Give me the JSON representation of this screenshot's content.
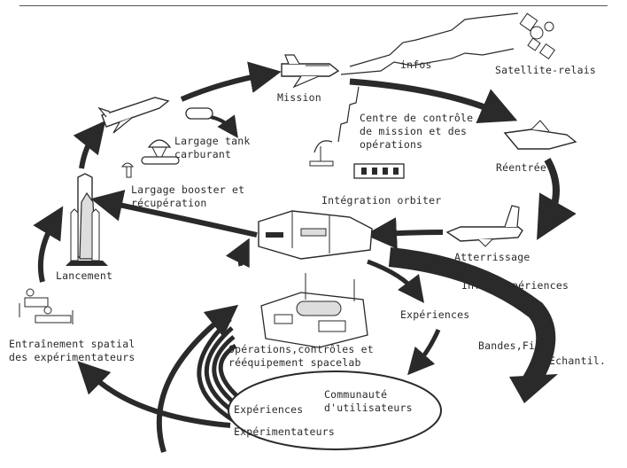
{
  "diagram": {
    "nodes": {
      "mission": "Mission",
      "satellite": "Satellite-relais",
      "infos": "infos",
      "control_center": "Centre de contrôle\nde mission et des\nopérations",
      "reentry": "Réentrée",
      "integration": "Intégration orbiter",
      "landing": "Atterrissage",
      "tank_drop": "Largage tank\ncarburant",
      "booster_drop": "Largage booster et\nrécupération",
      "launch": "Lancement",
      "training": "Entraînement spatial\ndes expérimentateurs",
      "experiment_info": "Infos expériences",
      "experiments": "Expériences",
      "tapes": "Bandes,Films",
      "samples": "Echantil.",
      "operations": "Opérations,contrôles et\nrééquipement spacelab",
      "community": "Communauté\nd'utilisateurs",
      "ellipse_experiments": "Expériences",
      "ellipse_experimenters": "Expérimentateurs"
    }
  }
}
